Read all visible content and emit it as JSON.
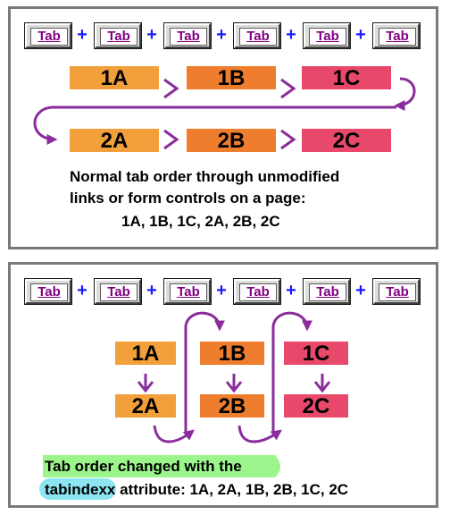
{
  "colors": {
    "orange": "#f2a03c",
    "dark_orange": "#ee7e2e",
    "pink": "#e8486a",
    "arrow": "#8a2c9c",
    "plus": "#1a1aff",
    "tab_label": "#800080",
    "highlight_green": "#9cf58c",
    "highlight_cyan": "#8ce6f2"
  },
  "tab_label": "Tab",
  "plus_sign": "+",
  "top_panel": {
    "row1": [
      "1A",
      "1B",
      "1C"
    ],
    "row2": [
      "2A",
      "2B",
      "2C"
    ],
    "caption_lines": [
      "Normal tab order through unmodified",
      "links or form controls on a page:",
      "1A, 1B, 1C, 2A, 2B, 2C"
    ]
  },
  "bottom_panel": {
    "columns": [
      {
        "top": "1A",
        "bottom": "2A"
      },
      {
        "top": "1B",
        "bottom": "2B"
      },
      {
        "top": "1C",
        "bottom": "2C"
      }
    ],
    "caption_line1": "Tab order changed with the",
    "caption_keyword": "tabindex",
    "caption_line2_rest": "x attribute:  1A, 2A, 1B, 2B, 1C, 2C"
  }
}
